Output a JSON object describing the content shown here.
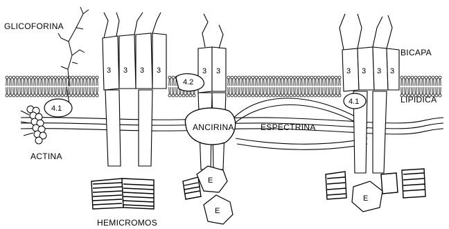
{
  "labels": {
    "glicoforina": "GLICOFORINA",
    "bicapa": "BICAPA",
    "lipidica": "LIPIDICA",
    "actina": "ACTINA",
    "ancirina": "ANCIRINA",
    "espectrina": "ESPECTRINA",
    "hemicromos": "HEMICROMOS"
  },
  "proteins": {
    "band3": "3",
    "band41": "4.1",
    "band42": "4.2",
    "e": "E"
  },
  "colors": {
    "ink": "#000000",
    "paper": "#ffffff"
  }
}
